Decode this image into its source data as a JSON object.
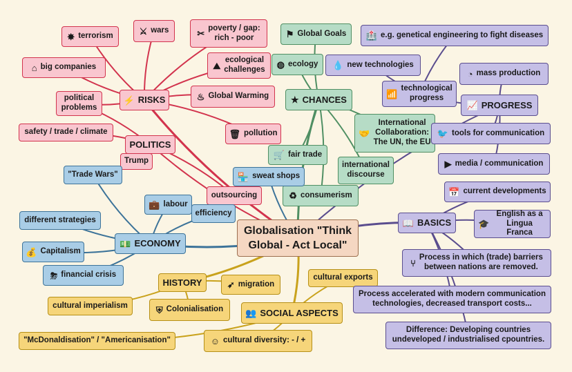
{
  "center": {
    "line1": "Globalisation \"Think",
    "line2": "Global - Act Local\""
  },
  "colors": {
    "red": "#d2334d",
    "green": "#4f8f63",
    "blue": "#3c7399",
    "purple": "#5a4d8e",
    "yellow": "#c9a21c"
  },
  "nodes": {
    "risks": {
      "label": "RISKS",
      "icon": "lightning-icon"
    },
    "terrorism": {
      "label": "terrorism",
      "icon": "explosion-icon"
    },
    "wars": {
      "label": "wars",
      "icon": "sword-icon"
    },
    "poverty": {
      "label": "poverty / gap:\nrich - poor",
      "icon": "scissors-icon"
    },
    "big_companies": {
      "label": "big companies",
      "icon": "house-icon"
    },
    "ecological": {
      "label": "ecological\nchallenges",
      "icon": "landscape-icon"
    },
    "global_warming": {
      "label": "Global Warming",
      "icon": "fire-icon"
    },
    "political_problems": {
      "label": "political\nproblems"
    },
    "safety": {
      "label": "safety / trade / climate"
    },
    "pollution": {
      "label": "pollution",
      "icon": "trash-icon"
    },
    "politics": {
      "label": "POLITICS"
    },
    "trump": {
      "label": "Trump"
    },
    "outsourcing": {
      "label": "outsourcing"
    },
    "chances": {
      "label": "CHANCES",
      "icon": "star-icon"
    },
    "global_goals": {
      "label": "Global Goals",
      "icon": "checkered-flag-icon"
    },
    "ecology": {
      "label": "ecology",
      "icon": "globe-icon"
    },
    "intl_collab": {
      "label": "International\nCollaboration:\nThe UN, the EU",
      "icon": "handshake-icon"
    },
    "fair_trade": {
      "label": "fair trade",
      "icon": "cart-icon"
    },
    "intl_discourse": {
      "label": "international\ndiscourse"
    },
    "consumerism": {
      "label": "consumerism",
      "icon": "recycle-icon"
    },
    "sweat_shops": {
      "label": "sweat shops",
      "icon": "shop-icon"
    },
    "new_tech": {
      "label": "new technologies",
      "icon": "droplet-icon"
    },
    "economy": {
      "label": "ECONOMY",
      "icon": "money-icon"
    },
    "trade_wars": {
      "label": "\"Trade Wars\""
    },
    "labour": {
      "label": "labour",
      "icon": "briefcase-icon"
    },
    "efficiency": {
      "label": "efficiency"
    },
    "different_strategies": {
      "label": "different strategies"
    },
    "capitalism": {
      "label": "Capitalism",
      "icon": "coins-icon"
    },
    "financial_crisis": {
      "label": "financial crisis",
      "icon": "storm-icon"
    },
    "history": {
      "label": "HISTORY"
    },
    "cultural_imperialism": {
      "label": "cultural imperialism"
    },
    "colonialisation": {
      "label": "Colonialisation",
      "icon": "shield-icon"
    },
    "migration": {
      "label": "migration",
      "icon": "migration-icon"
    },
    "social": {
      "label": "SOCIAL ASPECTS",
      "icon": "people-icon"
    },
    "cultural_exports": {
      "label": "cultural exports"
    },
    "mcdonald": {
      "label": "\"McDonaldisation\" / \"Americanisation\""
    },
    "cultural_diversity": {
      "label": "cultural diversity: - / +",
      "icon": "face-icon"
    },
    "genetical": {
      "label": "e.g. genetical engineering to fight diseases",
      "icon": "hospital-icon"
    },
    "tech_progress": {
      "label": "technological\nprogress",
      "icon": "wifi-icon"
    },
    "mass_production": {
      "label": "mass production",
      "icon": "pie-icon"
    },
    "progress": {
      "label": "PROGRESS",
      "icon": "chart-icon"
    },
    "tools_comm": {
      "label": "tools for communication",
      "icon": "bird-icon"
    },
    "media": {
      "label": "media / communication",
      "icon": "play-icon"
    },
    "current_dev": {
      "label": "current developments",
      "icon": "calendar-icon"
    },
    "basics": {
      "label": "BASICS",
      "icon": "book-icon"
    },
    "english": {
      "label": "English as a\nLingua Franca",
      "icon": "cap-icon"
    },
    "process1": {
      "label": "Process in which (trade) barriers\nbetween nations are removed.",
      "icon": "merge-icon"
    },
    "process2": {
      "label": "Process accelerated with modern communication\ntechnologies, decreased transport costs..."
    },
    "difference": {
      "label": "Difference: Developing countries\nundeveloped / industrialised cpountries."
    }
  }
}
